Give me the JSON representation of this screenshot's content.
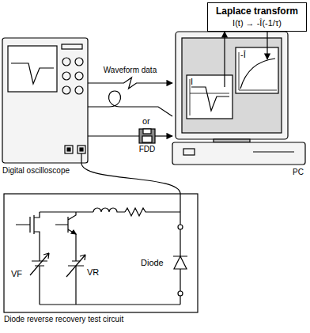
{
  "diagram": {
    "nodes": [
      {
        "text": [
          "Laplace transform",
          "I(t) → -Î(-1/τ)"
        ]
      },
      {
        "text": [
          "Digital oscilloscope"
        ]
      },
      {
        "text": [
          "PC"
        ]
      },
      {
        "text": [
          "FDD"
        ]
      },
      {
        "text": [
          "Diode reverse recovery test circuit"
        ]
      }
    ],
    "edges": [
      {
        "from": 1,
        "to": 2,
        "arrow": "to",
        "label": "Waveform data"
      },
      {
        "from": 1,
        "to": 2,
        "arrow": "none"
      },
      {
        "from": 1,
        "to": 3,
        "arrow": "none"
      },
      {
        "from": 3,
        "to": 2,
        "arrow": "to"
      },
      {
        "from": 1,
        "to": 4,
        "arrow": "none"
      },
      {
        "from": 2,
        "to": 0,
        "arrow": "both"
      }
    ],
    "labels": [
      "I",
      "-Î",
      "or",
      "VF",
      "VR",
      "Diode"
    ]
  }
}
